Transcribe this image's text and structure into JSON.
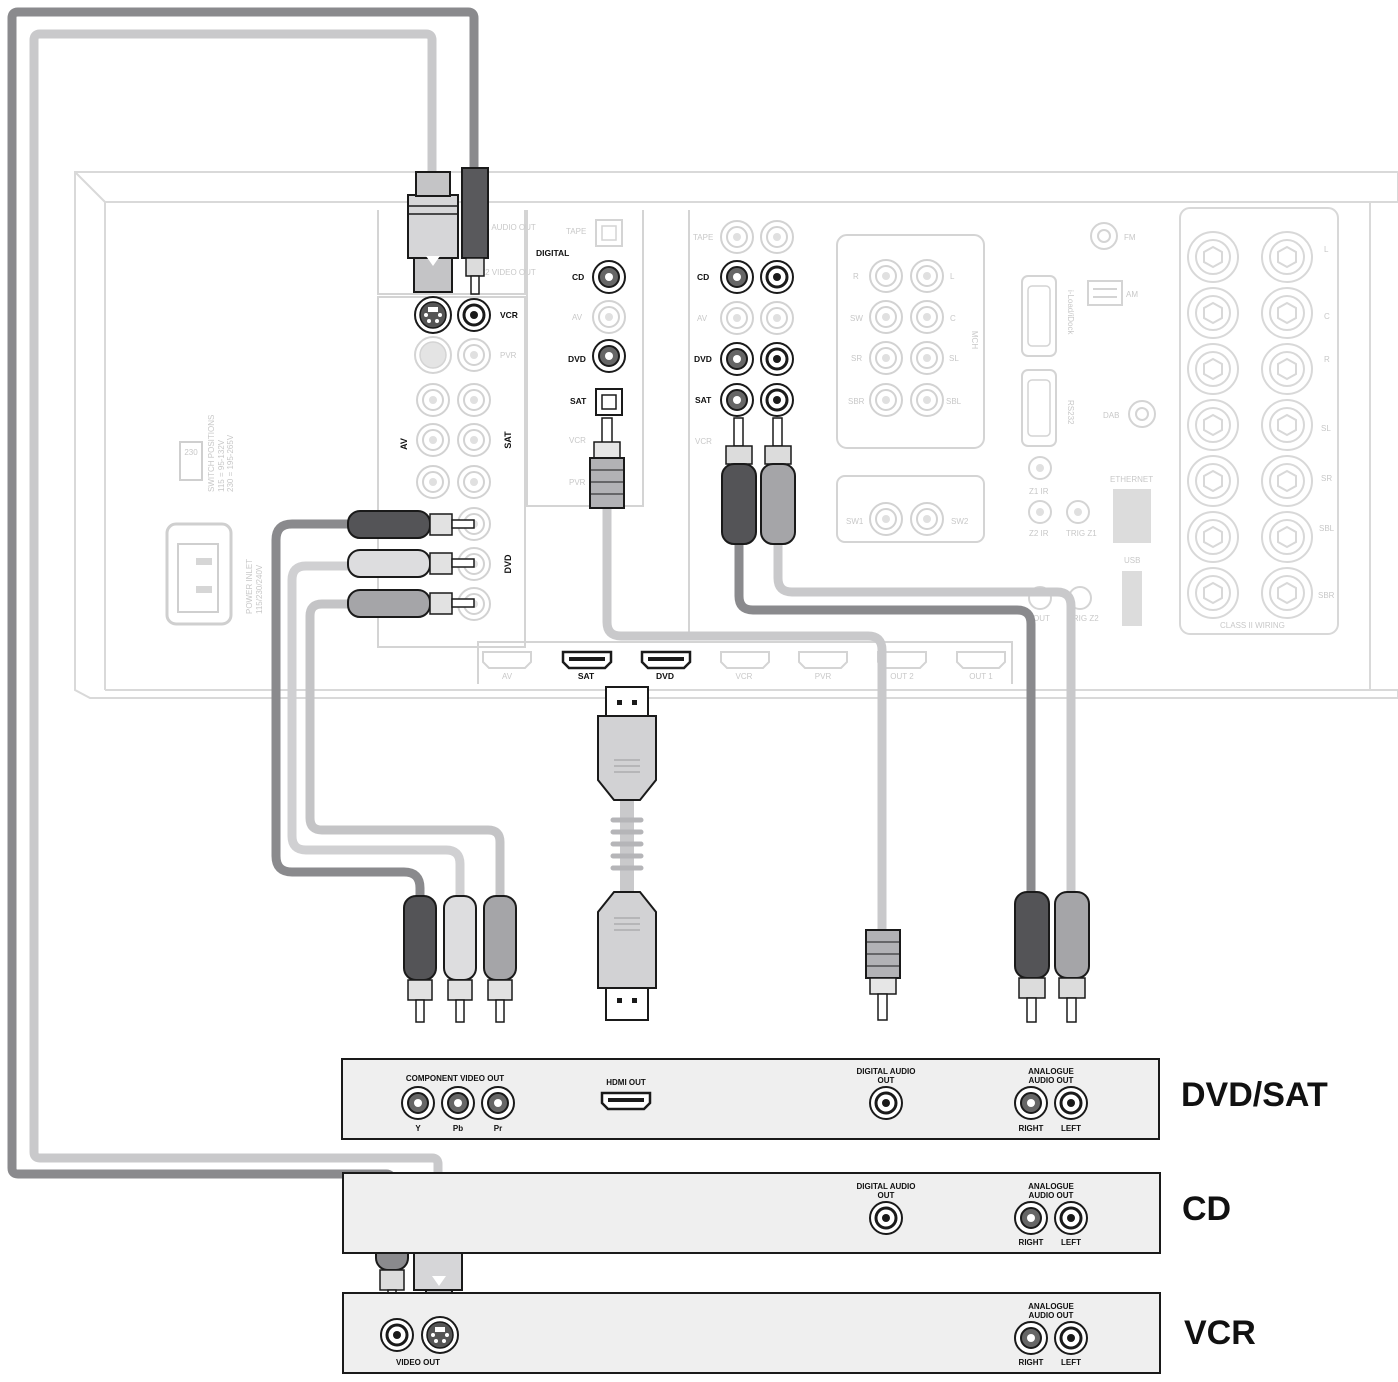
{
  "receiver": {
    "power_inlet": "POWER INLET",
    "power_inlet_sub": "115/230/240V",
    "switch_value": "230",
    "switch_caption_1": "SWITCH POSITIONS",
    "switch_caption_2": "115 = 95-132V",
    "switch_caption_3": "230 = 195-265V",
    "z2_audio_out": "Z2 AUDIO OUT",
    "z2_video_out": "Z2 VIDEO OUT",
    "video_labels": {
      "vcr": "VCR",
      "pvr": "PVR",
      "av": "AV",
      "sat": "SAT",
      "dvd": "DVD"
    },
    "digital_section": "DIGITAL",
    "digital_labels": {
      "tape": "TAPE",
      "cd": "CD",
      "av": "AV",
      "dvd": "DVD",
      "sat": "SAT",
      "vcr": "VCR",
      "pvr": "PVR"
    },
    "analogue_labels": {
      "tape": "TAPE",
      "cd": "CD",
      "av": "AV",
      "dvd": "DVD",
      "sat": "SAT",
      "vcr": "VCR"
    },
    "mch_section": "MCH",
    "mch_labels": {
      "r": "R",
      "l": "L",
      "sw": "SW",
      "c": "C",
      "sr": "SR",
      "sl": "SL",
      "sbr": "SBR",
      "sbl": "SBL"
    },
    "sw1": "SW1",
    "sw2": "SW2",
    "fm": "FM",
    "am": "AM",
    "iload": "i-Load/iDock",
    "rs232": "RS232",
    "dab": "DAB",
    "z1_ir": "Z1 IR",
    "z2_ir": "Z2 IR",
    "trig_z1": "TRIG Z1",
    "trig_z2": "TRIG Z2",
    "out": "OUT",
    "ethernet": "ETHERNET",
    "usb": "USB",
    "speaker_labels": {
      "l": "L",
      "c": "C",
      "r": "R",
      "sl": "SL",
      "sr": "SR",
      "sbl": "SBL",
      "sbr": "SBR"
    },
    "class_ii": "CLASS II WIRING",
    "hdmi_labels": {
      "av": "AV",
      "sat": "SAT",
      "dvd": "DVD",
      "vcr": "VCR",
      "pvr": "PVR",
      "out2": "OUT 2",
      "out1": "OUT 1"
    }
  },
  "devices": {
    "dvdsat": {
      "name": "DVD/SAT",
      "component": "COMPONENT VIDEO OUT",
      "y": "Y",
      "pb": "Pb",
      "pr": "Pr",
      "hdmi": "HDMI OUT",
      "digital_1": "DIGITAL AUDIO",
      "digital_2": "OUT",
      "analogue_1": "ANALOGUE",
      "analogue_2": "AUDIO OUT",
      "right": "RIGHT",
      "left": "LEFT"
    },
    "cd": {
      "name": "CD",
      "digital_1": "DIGITAL AUDIO",
      "digital_2": "OUT",
      "analogue_1": "ANALOGUE",
      "analogue_2": "AUDIO OUT",
      "right": "RIGHT",
      "left": "LEFT"
    },
    "vcr": {
      "name": "VCR",
      "video_out": "VIDEO OUT",
      "analogue_1": "ANALOGUE",
      "analogue_2": "AUDIO OUT",
      "right": "RIGHT",
      "left": "LEFT"
    }
  },
  "colors": {
    "cable_dark": "#8a8a8d",
    "cable_light": "#c9c9cb",
    "plug_dark": "#4f4f52",
    "plug_mid": "#9a9a9d",
    "plug_light": "#d6d6d8",
    "panel_line": "#d2d2d2"
  }
}
